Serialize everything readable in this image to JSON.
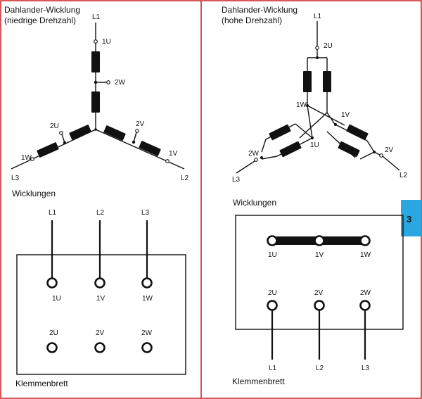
{
  "colors": {
    "frame": "#cc1f1f",
    "tab": "#2aa6e0",
    "ink": "#111111"
  },
  "left": {
    "title": "Dahlander-Wicklung",
    "subtitle": "(niedrige Drehzahl)",
    "labels": {
      "L1": "L1",
      "L2": "L2",
      "L3": "L3",
      "1U": "1U",
      "2U": "2U",
      "1V": "1V",
      "2V": "2V",
      "1W": "1W",
      "2W": "2W"
    },
    "windings_label": "Wicklungen",
    "board": {
      "top_labels": [
        "L1",
        "L2",
        "L3"
      ],
      "row1": [
        "1U",
        "1V",
        "1W"
      ],
      "row2": [
        "2U",
        "2V",
        "2W"
      ]
    },
    "board_label": "Klemmenbrett"
  },
  "right": {
    "title": "Dahlander-Wicklung",
    "subtitle": "(hohe Drehzahl)",
    "labels": {
      "L1": "L1",
      "L2": "L2",
      "L3": "L3",
      "1U": "1U",
      "2U": "2U",
      "1V": "1V",
      "2V": "2V",
      "1W": "1W",
      "2W": "2W"
    },
    "windings_label": "Wicklungen",
    "tab_number": "3",
    "board": {
      "row1": [
        "1U",
        "1V",
        "1W"
      ],
      "row2": [
        "2U",
        "2V",
        "2W"
      ],
      "bottom_labels": [
        "L1",
        "L2",
        "L3"
      ]
    },
    "board_label": "Klemmenbrett"
  }
}
